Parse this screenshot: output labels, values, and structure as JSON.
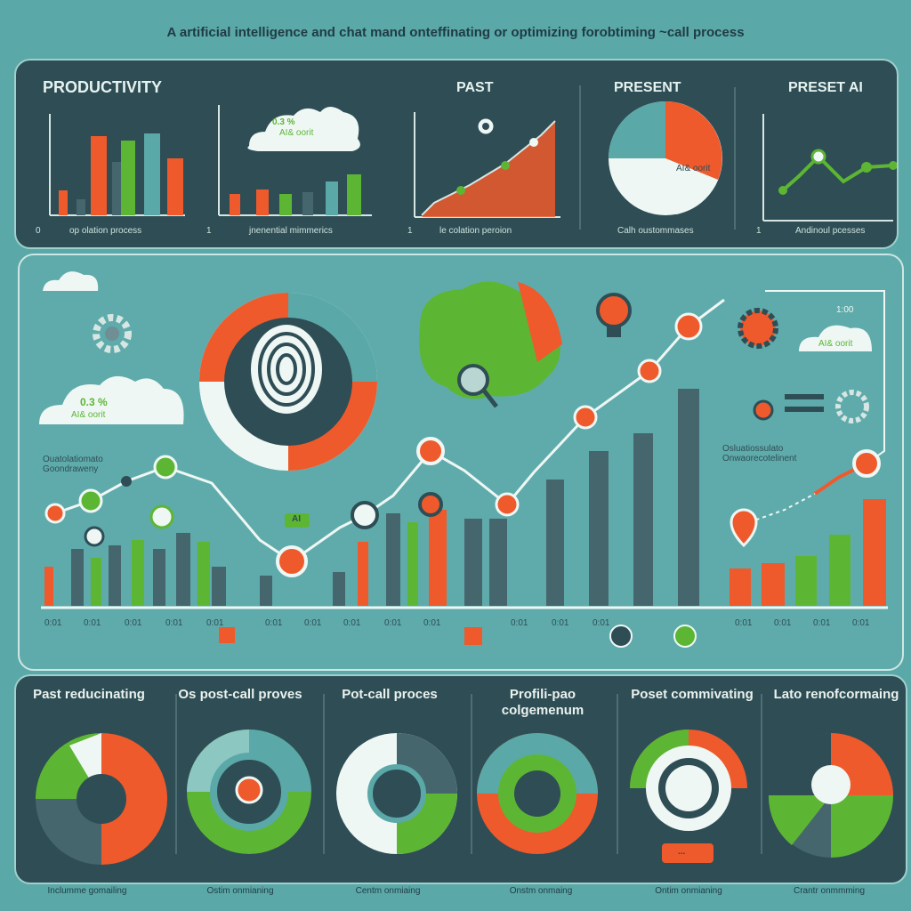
{
  "header": {
    "title": "A artificial intelligence and chat mand onteffinating or optimizing forobtiming ~call process"
  },
  "top": {
    "productivity_label": "PRODUCTIVITY",
    "past_label": "PAST",
    "present_label": "PRESENT",
    "preset_label": "PRESET AI",
    "cloud_value": "0.3 %",
    "cloud_sub": "AI& oorit",
    "chart1_x": "0",
    "chart1_caption": "op olation process",
    "chart2_x": "1",
    "chart2_caption": "jnenential mimmerics",
    "chart3_x": "1",
    "chart3_caption": "le colation peroion",
    "pie_caption": "Calh oustommases",
    "chart5_x": "1",
    "chart5_caption": "Andinoul pcesses",
    "pie_slice_label": "AI& oorit"
  },
  "mid": {
    "cloud_value": "0.3 %",
    "cloud_sub": "AI& oorit",
    "cloud2_value": "1:00",
    "cloud2_sub": "AI& oorit",
    "left_note": "Ouatolatiomato Goondraweny",
    "right_note": "Osluatiossulato Onwaorecotelinent",
    "badge": "AI",
    "ticks": [
      "0:01",
      "0:01",
      "0:01",
      "0:01",
      "0:01",
      "0:01",
      "0:01",
      "0:01",
      "0:01",
      "0:01",
      "0:01",
      "0:01",
      "0:01",
      "0:01",
      "0:01",
      "0:01",
      "0:01"
    ]
  },
  "bottom": {
    "sections": [
      {
        "label": "Past reducinating",
        "foot": "Inclumme gomailing"
      },
      {
        "label": "Os post-call proves",
        "foot": "Ostim onmianing"
      },
      {
        "label": "Pot-call proces",
        "foot": "Centm onmiaing"
      },
      {
        "label": "Profili-pao colgemenum",
        "foot": "Onstm onmaing"
      },
      {
        "label": "Poset commivating",
        "foot": "Ontim onmianing"
      },
      {
        "label": "Lato renofcormaing",
        "foot": "Crantr onmmming"
      }
    ],
    "button_label": "..."
  },
  "colors": {
    "orange": "#ee5a2c",
    "green": "#5db633",
    "slate": "#46666d",
    "bg": "#5ba8a8",
    "panel": "#2e4d55"
  }
}
